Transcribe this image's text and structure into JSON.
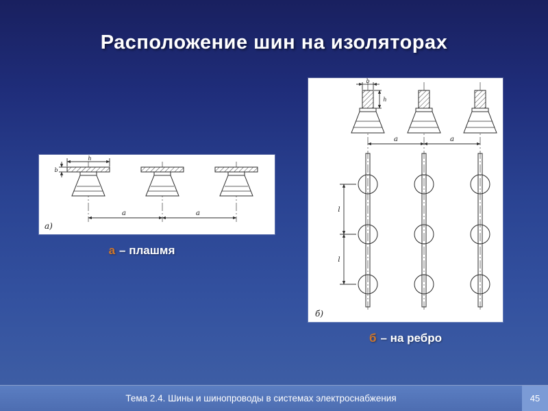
{
  "slide": {
    "title": "Расположение шин на изоляторах",
    "footer": "Тема 2.4. Шины и шинопроводы в системах электроснабжения",
    "page_number": "45"
  },
  "captions": {
    "a_letter": "а",
    "a_text": "– плашмя",
    "b_letter": "б",
    "b_text": "– на ребро"
  },
  "diagram_a": {
    "label": "а)",
    "dim_width": "h",
    "dim_thickness": "b",
    "dim_spacing_1": "a",
    "dim_spacing_2": "a"
  },
  "diagram_b": {
    "label": "б)",
    "dim_width": "b",
    "dim_height": "h",
    "dim_spacing_1": "a",
    "dim_spacing_2": "a",
    "dim_length_1": "l",
    "dim_length_2": "l"
  },
  "colors": {
    "accent_letter": "#d2772a",
    "background_top": "#19205f",
    "background_bottom": "#41629f",
    "footer_band": "#5b7ec2",
    "page_cell": "#7b9bd6",
    "title_text": "#ffffff"
  }
}
